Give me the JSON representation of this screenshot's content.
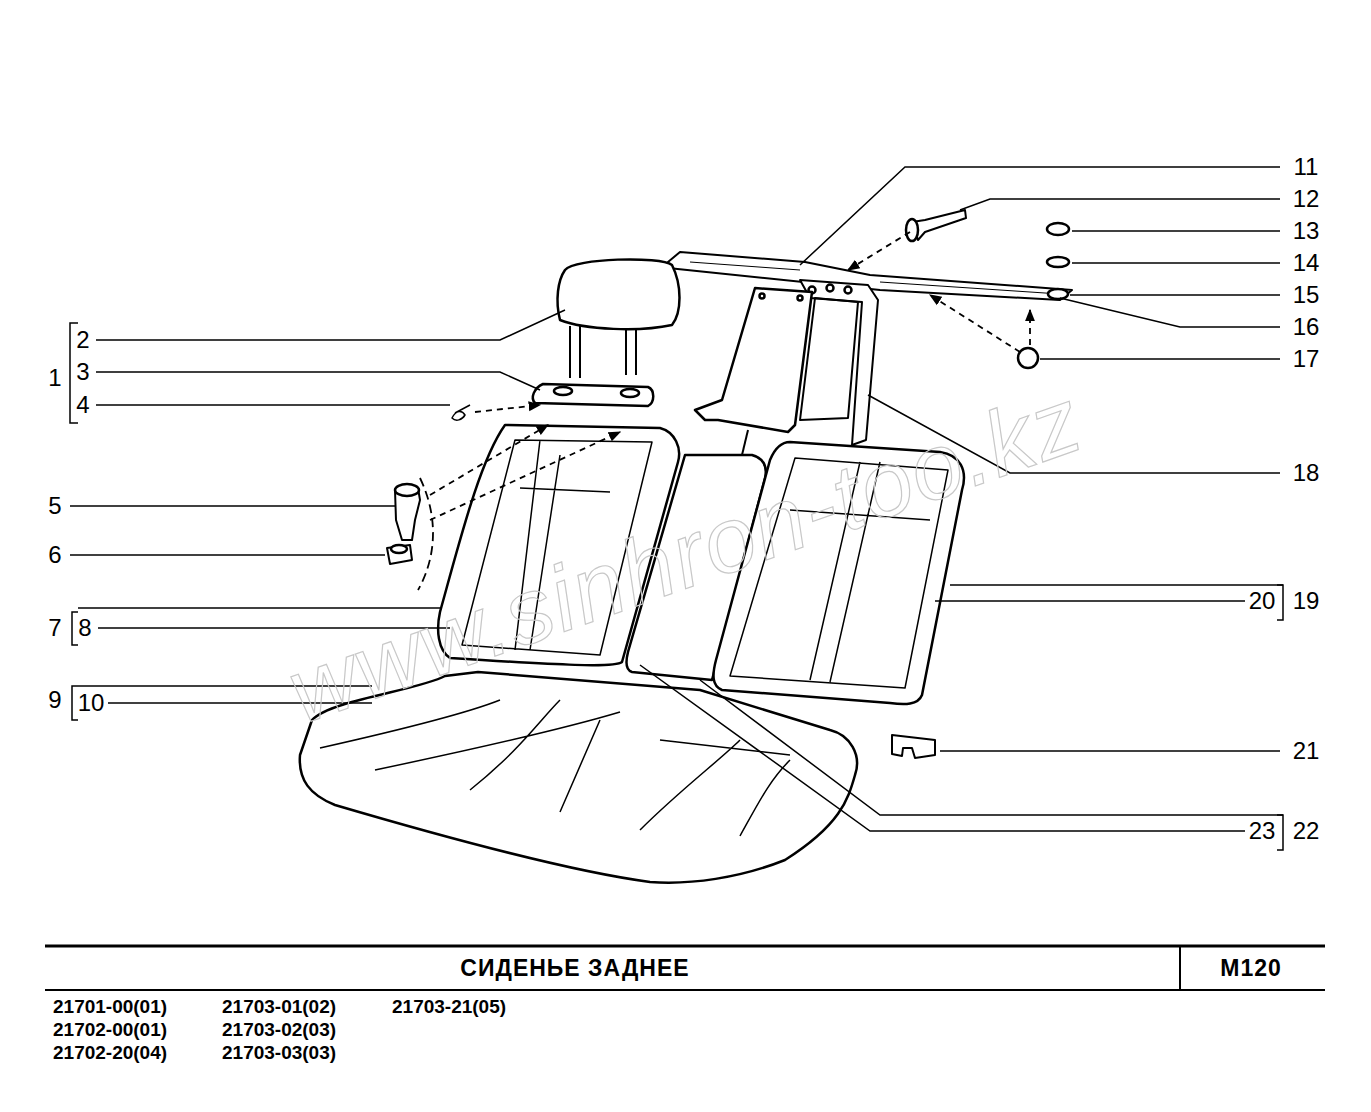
{
  "diagram": {
    "title": "СИДЕНЬЕ ЗАДНЕЕ",
    "labels": [
      "11",
      "12",
      "13",
      "14",
      "15",
      "16",
      "17",
      "18",
      "2",
      "3",
      "1",
      "4",
      "5",
      "6",
      "20",
      "19",
      "7",
      "8",
      "9",
      "10",
      "21",
      "23",
      "22",
      "M120",
      "21701-00(01)",
      "21703-01(02)",
      "21703-21(05)",
      "21702-00(01)",
      "21703-02(03)",
      "21702-20(04)",
      "21703-03(03)",
      "www.sinhron-too.kz"
    ]
  }
}
